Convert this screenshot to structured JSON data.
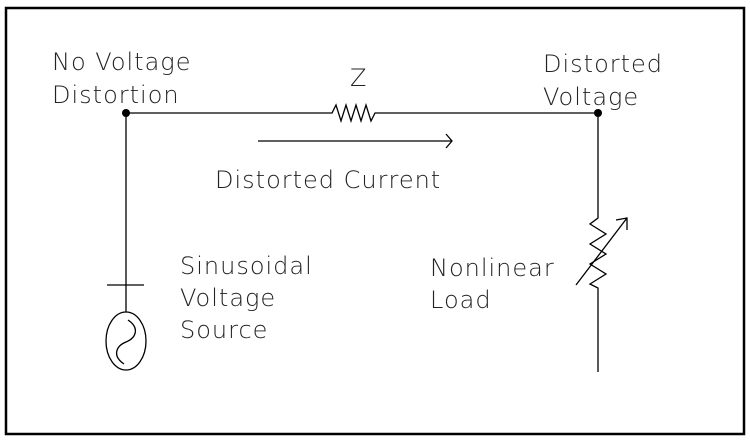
{
  "labels": {
    "source_node_line1": "No Voltage",
    "source_node_line2": "Distortion",
    "load_node_line1": "Distorted",
    "load_node_line2": "Voltage",
    "impedance": "Z",
    "current": "Distorted Current",
    "source_line1": "Sinusoidal",
    "source_line2": "Voltage",
    "source_line3": "Source",
    "load_line1": "Nonlinear",
    "load_line2": "Load"
  },
  "colors": {
    "line": "#000000",
    "text": "#222222"
  }
}
